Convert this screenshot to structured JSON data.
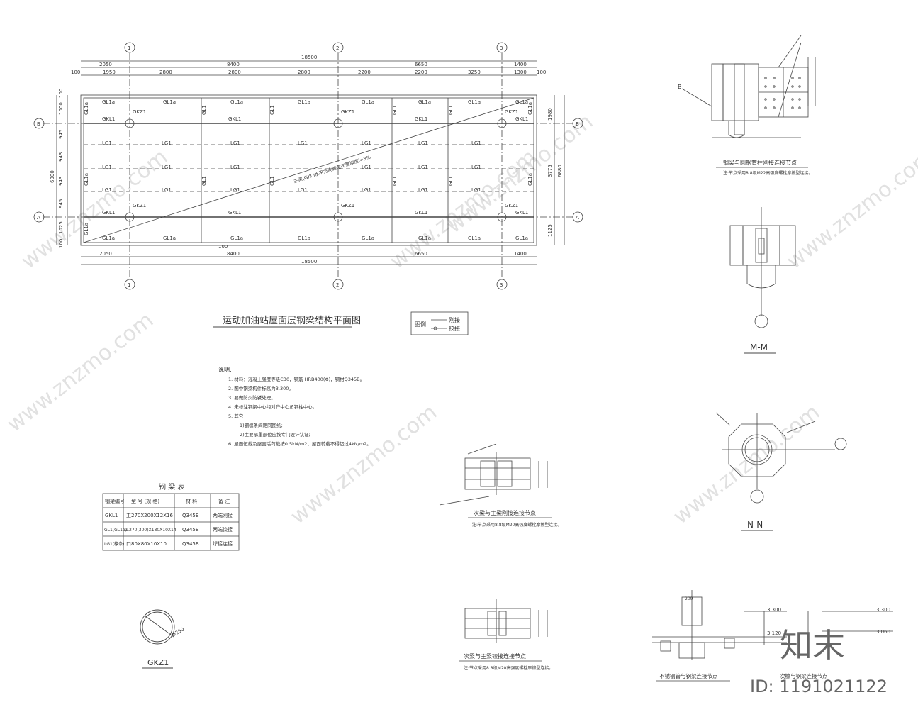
{
  "plan": {
    "title": "运动加油站屋面层钢梁结构平面图",
    "axes_top": [
      "1",
      "2",
      "3"
    ],
    "axes_side": [
      "B",
      "A"
    ],
    "dims_top_total": "18500",
    "dims_top_l1": [
      "2050",
      "8400",
      "6650",
      "1400"
    ],
    "dims_top_l2": [
      "100",
      "1950",
      "2800",
      "2800",
      "2800",
      "2200",
      "2200",
      "3250",
      "1300",
      "100"
    ],
    "dims_bottom_l1": [
      "2050",
      "8400",
      "6650",
      "1400"
    ],
    "dims_bottom_total": "18500",
    "dims_left": [
      "100",
      "1000",
      "945",
      "943",
      "943",
      "945",
      "1025",
      "100"
    ],
    "dims_left_total": "6000",
    "dims_right": [
      "1980",
      "3775",
      "1125"
    ],
    "dims_right_total": "6880",
    "member_labels": {
      "gl1a": "GL1a",
      "gl1": "GL1",
      "gkl1": "GKL1",
      "gkz1": "GKZ1",
      "lg1": "LG1"
    },
    "diagonal_note": "主梁(GKL)水平方向跨度布置坡度i=3%",
    "small_dim": "100"
  },
  "legend": {
    "title": "图例",
    "items": [
      "刚接",
      "铰接"
    ]
  },
  "notes": {
    "heading": "说明:",
    "lines": [
      "1. 材料：混凝土强度等级C30，钢筋 HRB400(Φ)，钢材Q345B。",
      "2. 图中钢梁构件标高为3.300。",
      "3. 要做防火防锈处理。",
      "4. 未标注钢梁中心均对齐中心角钢柱中心。",
      "5. 其它",
      "1)钢檩条间距同图纸;",
      "2)主要承重部位应按专门设计认证;",
      "6. 屋面恒载及屋面活荷载按0.5kN/m2，屋面荷载不得超过4kN/m2。"
    ]
  },
  "steel_table": {
    "title": "钢 梁 表",
    "headers": [
      "钢梁编号",
      "型 号 (规 格)",
      "材 料",
      "备 注"
    ],
    "rows": [
      [
        "GKL1",
        "工270X200X12X16",
        "Q345B",
        "两端刚接"
      ],
      [
        "GL1(GL1a)",
        "工270(300)X180X10X14",
        "Q345B",
        "两端铰接"
      ],
      [
        "LG1(檩条)",
        "口80X80X10X10",
        "Q345B",
        "焊接连接"
      ]
    ]
  },
  "column": {
    "label": "GKZ1",
    "dim": "Φ250"
  },
  "details": {
    "rigid_node_title": "钢梁与圆钢管柱刚接连接节点",
    "rigid_node_note": "注:节点采用8.8级M22高强度螺栓摩擦型连接。",
    "mm_label": "M-M",
    "nn_label": "N-N",
    "beam_rigid_title": "次梁与主梁刚接连接节点",
    "beam_rigid_note": "注:节点采用8.8级M20高强度螺栓摩擦型连接。",
    "beam_hinge_title": "次梁与主梁铰接连接节点",
    "beam_hinge_note": "注:节点采用8.8级M20高强度螺栓摩擦型连接。",
    "misc_title_1": "不锈钢管与钢梁连接节点",
    "misc_title_2": "次檩与钢梁连接节点",
    "elev_1": "3.300",
    "elev_2": "3.120",
    "elev_3": "3.300",
    "elev_4": "3.060",
    "lbl_b": "B",
    "lbl_200": "200"
  },
  "brand": {
    "logo": "知末",
    "id": "ID: 1191021122"
  },
  "watermark": "www.znzmo.com"
}
